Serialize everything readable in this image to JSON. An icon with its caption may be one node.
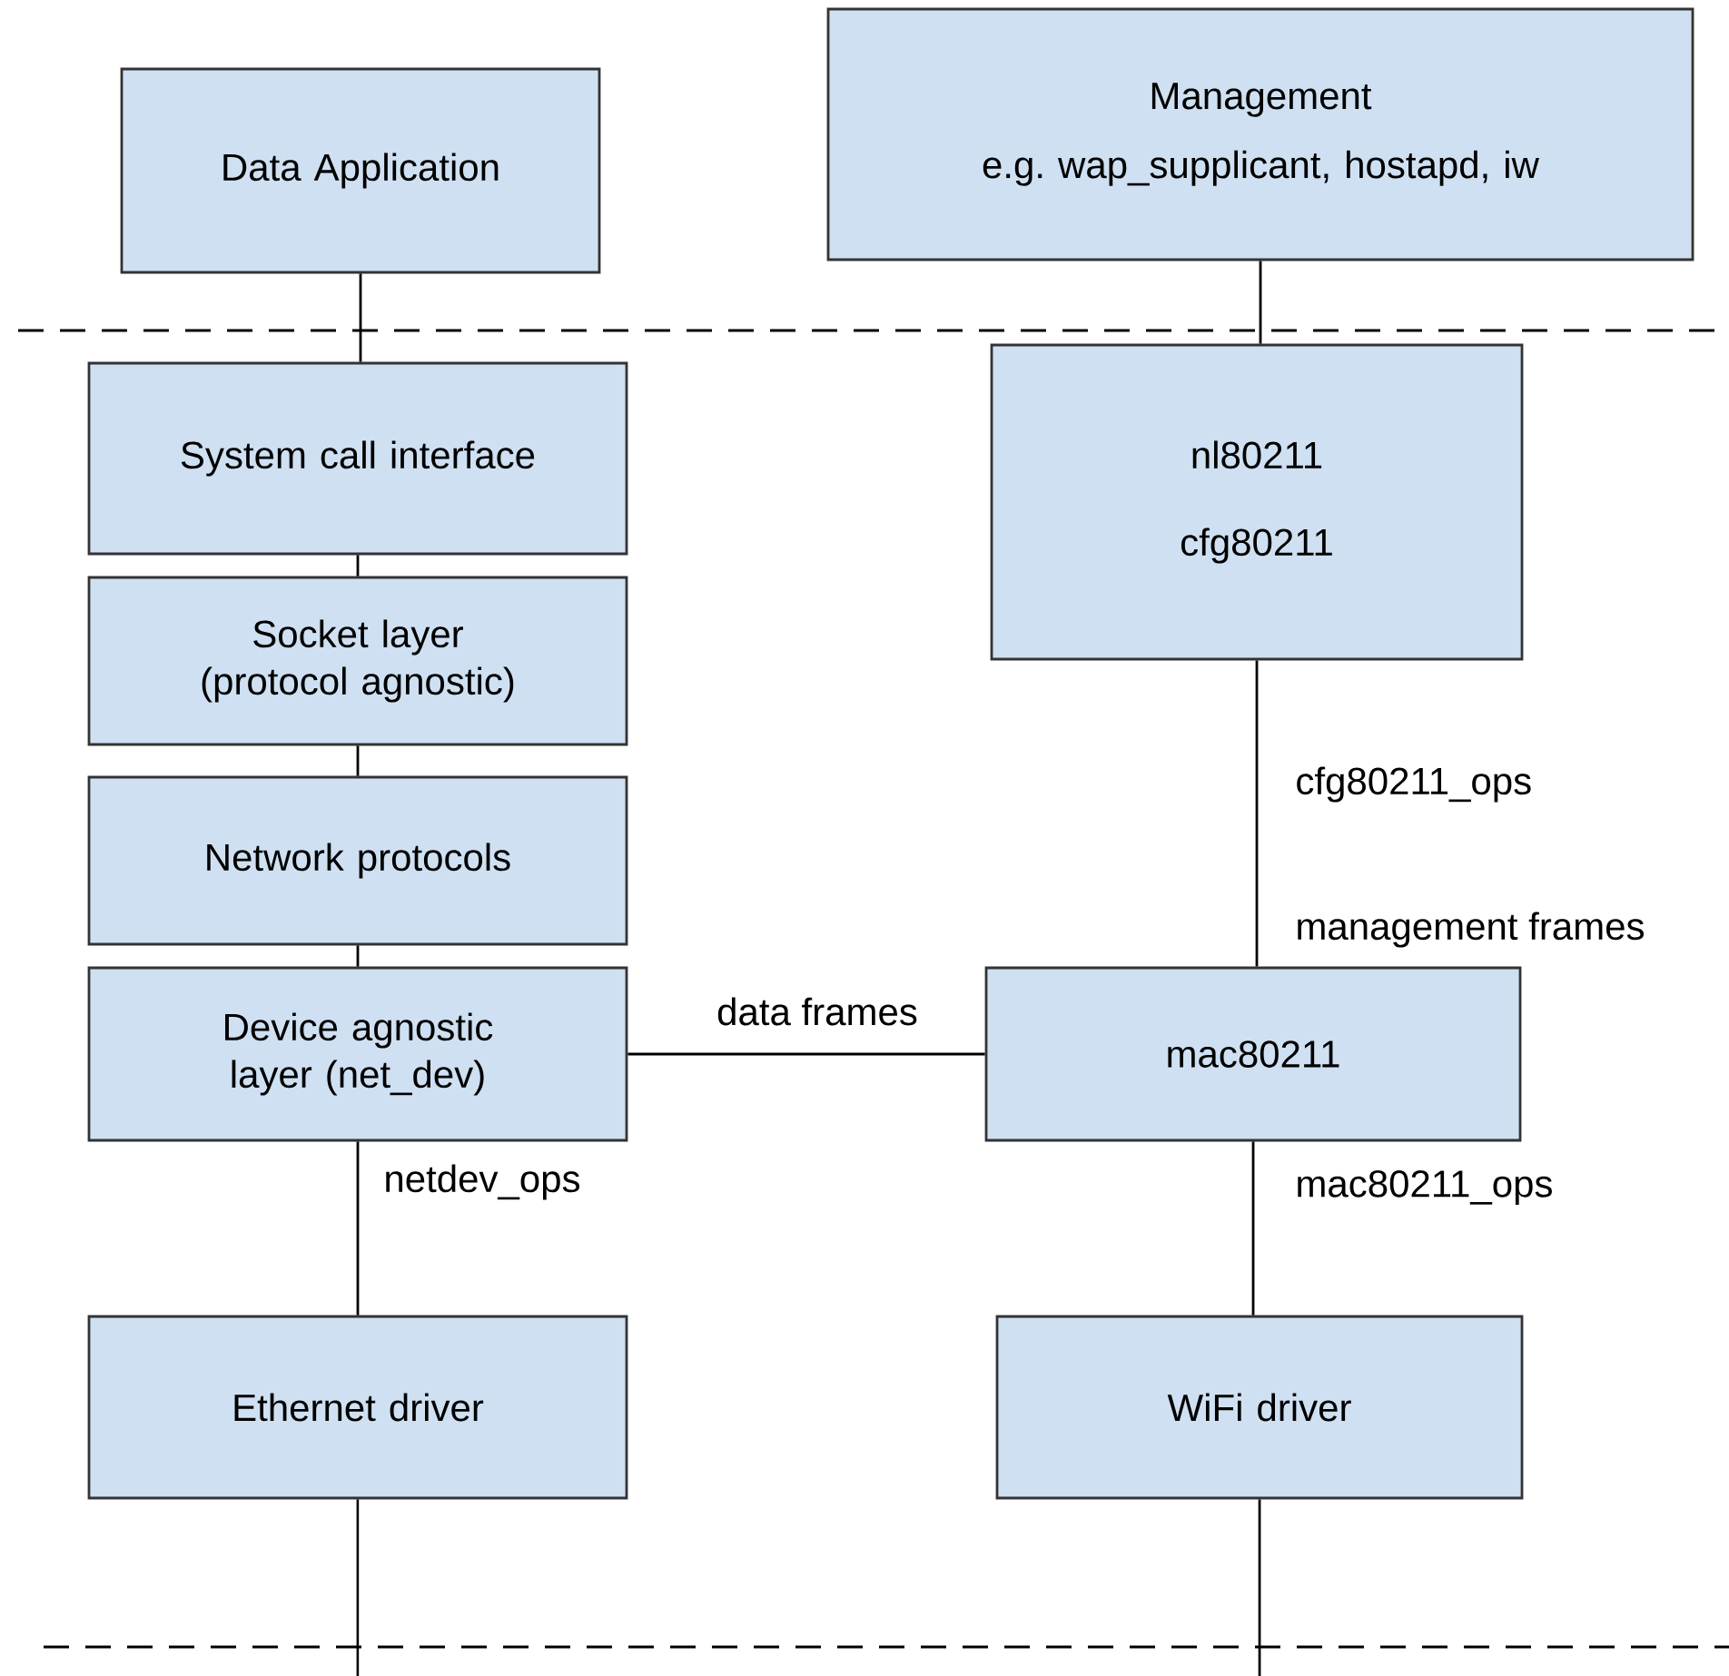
{
  "diagram": {
    "nodes": [
      {
        "text": [
          "Data Application"
        ]
      },
      {
        "text": [
          "Management",
          "e.g. wap_supplicant, hostapd, iw"
        ]
      },
      {
        "text": [
          "System call interface"
        ]
      },
      {
        "text": [
          "nl80211",
          "cfg80211"
        ]
      },
      {
        "text": [
          "Socket layer (protocol agnostic)"
        ]
      },
      {
        "text": [
          "Network protocols"
        ]
      },
      {
        "text": [
          "Device agnostic layer (net_dev)"
        ]
      },
      {
        "text": [
          "mac80211"
        ]
      },
      {
        "text": [
          "Ethernet driver"
        ]
      },
      {
        "text": [
          "WiFi driver"
        ]
      }
    ],
    "edges": [
      {
        "from": 0,
        "to": 2,
        "arrow": "none"
      },
      {
        "from": 1,
        "to": 3,
        "arrow": "none"
      },
      {
        "from": 2,
        "to": 4,
        "arrow": "none"
      },
      {
        "from": 4,
        "to": 5,
        "arrow": "none"
      },
      {
        "from": 5,
        "to": 6,
        "arrow": "none"
      },
      {
        "from": 6,
        "to": 7,
        "arrow": "none",
        "label": "data frames"
      },
      {
        "from": 3,
        "to": 7,
        "arrow": "none",
        "label": "cfg80211_ops"
      },
      {
        "from": 6,
        "to": 8,
        "arrow": "none",
        "label": "netdev_ops"
      },
      {
        "from": 7,
        "to": 9,
        "arrow": "none",
        "label": "mac80211_ops"
      },
      {
        "from": 8,
        "to": null,
        "arrow": "none"
      },
      {
        "from": 9,
        "to": null,
        "arrow": "none"
      }
    ],
    "labels": [
      "management frames"
    ]
  }
}
